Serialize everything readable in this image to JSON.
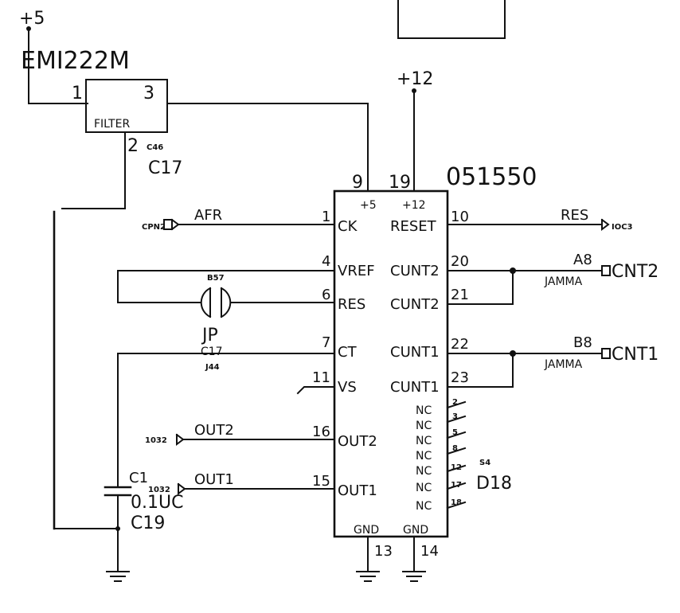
{
  "power": {
    "v5": "+5",
    "v12": "+12"
  },
  "filter": {
    "part": "EMI222M",
    "label": "FILTER",
    "pin1": "1",
    "pin2": "2",
    "pin3": "3",
    "code": "C46",
    "ref": "C17"
  },
  "ic": {
    "part": "051550",
    "power_pins": {
      "p9": "9",
      "p19": "19",
      "l5": "+5",
      "l12": "+12"
    },
    "left_pins": [
      {
        "num": "1",
        "name": "CK"
      },
      {
        "num": "4",
        "name": "VREF"
      },
      {
        "num": "6",
        "name": "RES"
      },
      {
        "num": "7",
        "name": "CT"
      },
      {
        "num": "11",
        "name": "VS"
      },
      {
        "num": "16",
        "name": "OUT2"
      },
      {
        "num": "15",
        "name": "OUT1"
      }
    ],
    "right_pins": [
      {
        "num": "10",
        "name": "RESET"
      },
      {
        "num": "20",
        "name": "CUNT2"
      },
      {
        "num": "21",
        "name": "CUNT2"
      },
      {
        "num": "22",
        "name": "CUNT1"
      },
      {
        "num": "23",
        "name": "CUNT1"
      }
    ],
    "nc_pins": [
      {
        "num": "2",
        "name": "NC"
      },
      {
        "num": "3",
        "name": "NC"
      },
      {
        "num": "5",
        "name": "NC"
      },
      {
        "num": "8",
        "name": "NC"
      },
      {
        "num": "12",
        "name": "NC"
      },
      {
        "num": "17",
        "name": "NC"
      },
      {
        "num": "18",
        "name": "NC"
      }
    ],
    "gnd_pins": [
      {
        "num": "13",
        "name": "GND"
      },
      {
        "num": "14",
        "name": "GND"
      }
    ],
    "code": "S4",
    "ref": "D18"
  },
  "signals": {
    "afr": "AFR",
    "afr_conn": "CPN2",
    "res": "RES",
    "res_conn": "IOC3",
    "cnt2_pin": "A8",
    "cnt2_jamma": "JAMMA",
    "cnt2": "CNT2",
    "cnt1_pin": "B8",
    "cnt1_jamma": "JAMMA",
    "cnt1": "CNT1",
    "out2": "OUT2",
    "out2_conn": "1032",
    "out1": "OUT1",
    "out1_conn": "1032"
  },
  "jumper": {
    "code": "B57",
    "ref": "JP",
    "ref2": "C17",
    "code2": "J44"
  },
  "capacitor": {
    "ref": "C1",
    "value": "0.1UC",
    "designator": "C19"
  }
}
